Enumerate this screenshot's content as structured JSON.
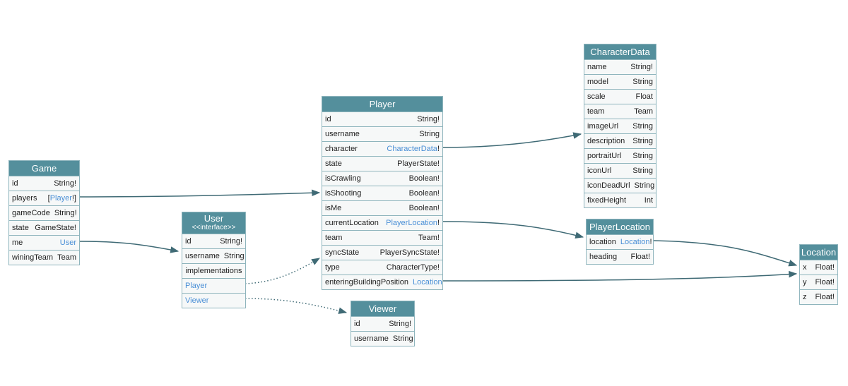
{
  "colors": {
    "header": "#548f9c",
    "border": "#8fb5bd",
    "row": "#f6f8f8",
    "link": "#4a8fd6",
    "edge": "#3f6a75"
  },
  "nodes": [
    {
      "id": "game",
      "title": "Game",
      "fields": [
        {
          "name": "id",
          "type": "String!"
        },
        {
          "name": "players",
          "pre": "[",
          "link": "Player",
          "post": "!]"
        },
        {
          "name": "gameCode",
          "type": "String!"
        },
        {
          "name": "state",
          "type": "GameState!"
        },
        {
          "name": "me",
          "link": "User"
        },
        {
          "name": "winingTeam",
          "type": "Team"
        }
      ]
    },
    {
      "id": "user",
      "title": "User",
      "subtitle": "<<interface>>",
      "fields": [
        {
          "name": "id",
          "type": "String!"
        },
        {
          "name": "username",
          "type": "String"
        },
        {
          "center": "implementations"
        },
        {
          "linkName": "Player"
        },
        {
          "linkName": "Viewer"
        }
      ]
    },
    {
      "id": "player",
      "title": "Player",
      "fields": [
        {
          "name": "id",
          "type": "String!"
        },
        {
          "name": "username",
          "type": "String"
        },
        {
          "name": "character",
          "link": "CharacterData",
          "post": "!"
        },
        {
          "name": "state",
          "type": "PlayerState!"
        },
        {
          "name": "isCrawling",
          "type": "Boolean!"
        },
        {
          "name": "isShooting",
          "type": "Boolean!"
        },
        {
          "name": "isMe",
          "type": "Boolean!"
        },
        {
          "name": "currentLocation",
          "link": "PlayerLocation",
          "post": "!"
        },
        {
          "name": "team",
          "type": "Team!"
        },
        {
          "name": "syncState",
          "type": "PlayerSyncState!"
        },
        {
          "name": "type",
          "type": "CharacterType!"
        },
        {
          "name": "enteringBuildingPosition",
          "link": "Location"
        }
      ]
    },
    {
      "id": "characterdata",
      "title": "CharacterData",
      "fields": [
        {
          "name": "name",
          "type": "String!"
        },
        {
          "name": "model",
          "type": "String"
        },
        {
          "name": "scale",
          "type": "Float"
        },
        {
          "name": "team",
          "type": "Team"
        },
        {
          "name": "imageUrl",
          "type": "String"
        },
        {
          "name": "description",
          "type": "String"
        },
        {
          "name": "portraitUrl",
          "type": "String"
        },
        {
          "name": "iconUrl",
          "type": "String"
        },
        {
          "name": "iconDeadUrl",
          "type": "String"
        },
        {
          "name": "fixedHeight",
          "type": "Int"
        }
      ]
    },
    {
      "id": "playerlocation",
      "title": "PlayerLocation",
      "fields": [
        {
          "name": "location",
          "link": "Location",
          "post": "!"
        },
        {
          "name": "heading",
          "type": "Float!"
        }
      ]
    },
    {
      "id": "location",
      "title": "Location",
      "fields": [
        {
          "name": "x",
          "type": "Float!"
        },
        {
          "name": "y",
          "type": "Float!"
        },
        {
          "name": "z",
          "type": "Float!"
        }
      ]
    },
    {
      "id": "viewer",
      "title": "Viewer",
      "fields": [
        {
          "name": "id",
          "type": "String!"
        },
        {
          "name": "username",
          "type": "String"
        }
      ]
    }
  ],
  "edges": [
    {
      "from": "Game.players",
      "to": "Player"
    },
    {
      "from": "Game.me",
      "to": "User"
    },
    {
      "from": "User.Player",
      "to": "Player",
      "style": "dotted"
    },
    {
      "from": "User.Viewer",
      "to": "Viewer",
      "style": "dotted"
    },
    {
      "from": "Player.character",
      "to": "CharacterData"
    },
    {
      "from": "Player.currentLocation",
      "to": "PlayerLocation"
    },
    {
      "from": "Player.enteringBuildingPosition",
      "to": "Location"
    },
    {
      "from": "PlayerLocation.location",
      "to": "Location"
    }
  ]
}
